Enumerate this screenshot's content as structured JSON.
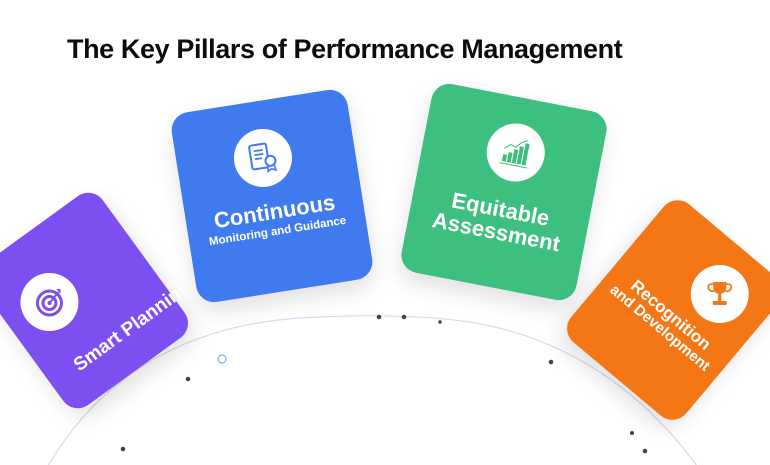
{
  "title": "The Key Pillars of Performance Management",
  "colors": {
    "purple": "#7c4ff0",
    "blue": "#3f7bef",
    "green": "#3dbf80",
    "orange": "#f57614",
    "arc": "#d9d6f0"
  },
  "pillars": [
    {
      "label": "Smart Planning",
      "icon": "target-icon",
      "color": "purple"
    },
    {
      "label": "Continuous",
      "sublabel": "Monitoring and Guidance",
      "icon": "document-badge-icon",
      "color": "blue"
    },
    {
      "label": "Equitable",
      "sublabel": "Assessment",
      "icon": "bar-chart-icon",
      "color": "green"
    },
    {
      "label": "Recognition",
      "sublabel": "and Development",
      "icon": "trophy-icon",
      "color": "orange"
    }
  ]
}
